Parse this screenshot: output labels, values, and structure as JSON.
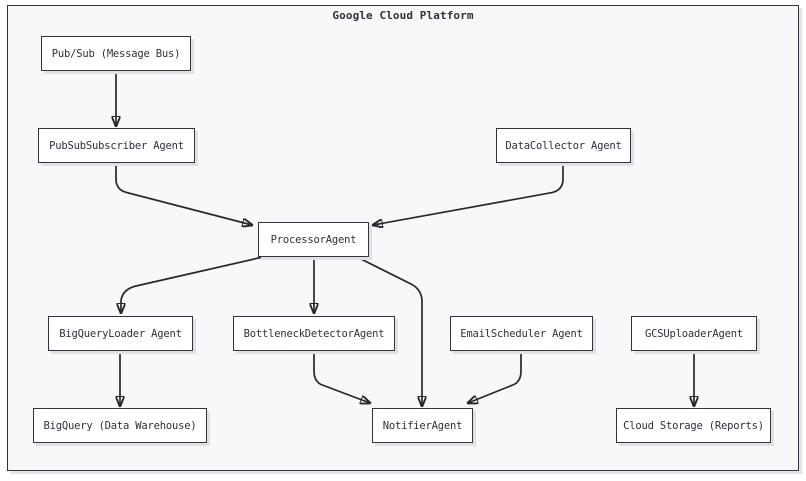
{
  "diagram": {
    "type": "flowchart",
    "title": "Google Cloud Platform",
    "nodes": [
      {
        "id": "pubsub",
        "label": "Pub/Sub (Message Bus)"
      },
      {
        "id": "pubsubscriber",
        "label": "PubSubSubscriber Agent"
      },
      {
        "id": "datacollector",
        "label": "DataCollector Agent"
      },
      {
        "id": "processor",
        "label": "ProcessorAgent"
      },
      {
        "id": "bigqueryloader",
        "label": "BigQueryLoader Agent"
      },
      {
        "id": "bottleneck",
        "label": "BottleneckDetectorAgent"
      },
      {
        "id": "emailscheduler",
        "label": "EmailScheduler Agent"
      },
      {
        "id": "gcsuploader",
        "label": "GCSUploaderAgent"
      },
      {
        "id": "bigquerydw",
        "label": "BigQuery (Data Warehouse)"
      },
      {
        "id": "notifier",
        "label": "NotifierAgent"
      },
      {
        "id": "cloudstorage",
        "label": "Cloud Storage (Reports)"
      }
    ],
    "edges": [
      {
        "from": "pubsub",
        "to": "pubsubscriber"
      },
      {
        "from": "pubsubscriber",
        "to": "processor"
      },
      {
        "from": "datacollector",
        "to": "processor"
      },
      {
        "from": "processor",
        "to": "bigqueryloader"
      },
      {
        "from": "processor",
        "to": "bottleneck"
      },
      {
        "from": "processor",
        "to": "notifier"
      },
      {
        "from": "bigqueryloader",
        "to": "bigquerydw"
      },
      {
        "from": "bottleneck",
        "to": "notifier"
      },
      {
        "from": "emailscheduler",
        "to": "notifier"
      },
      {
        "from": "gcsuploader",
        "to": "cloudstorage"
      }
    ],
    "colors": {
      "container_background": "#f8f8f9",
      "node_fill": "#ffffff",
      "border": "#33333e",
      "line": "#27272f",
      "text": "#30303a"
    }
  }
}
